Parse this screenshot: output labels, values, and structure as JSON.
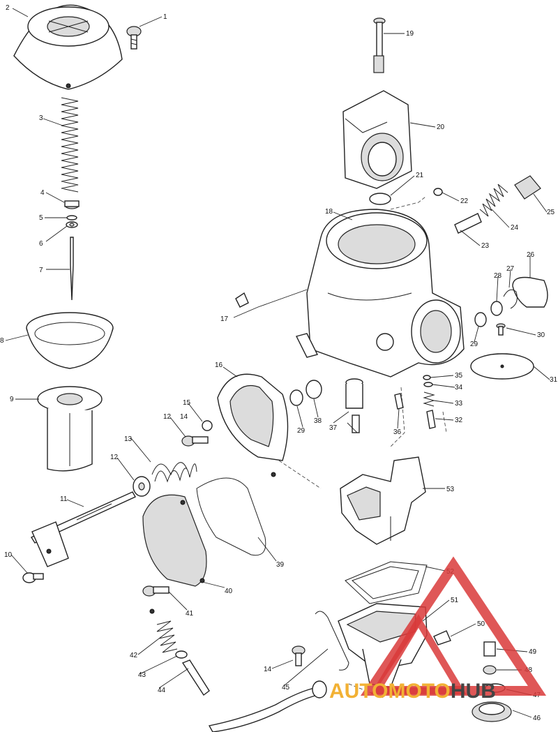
{
  "callouts": [
    "1",
    "2",
    "3",
    "4",
    "5",
    "6",
    "7",
    "8",
    "9",
    "10",
    "11",
    "12",
    "12",
    "13",
    "14",
    "14",
    "15",
    "16",
    "17",
    "18",
    "19",
    "20",
    "21",
    "22",
    "23",
    "24",
    "25",
    "26",
    "27",
    "28",
    "29",
    "29",
    "30",
    "31",
    "32",
    "33",
    "34",
    "35",
    "36",
    "37",
    "38",
    "39",
    "40",
    "41",
    "42",
    "43",
    "44",
    "45",
    "46",
    "47",
    "48",
    "49",
    "50",
    "51",
    "52",
    "53"
  ],
  "watermark": {
    "text_a": "AUTO",
    "text_b": "MOTO",
    "text_c": "HUB",
    "color_red": "#d93a3a",
    "color_yellow": "#f2b134",
    "color_gray": "#444444"
  }
}
